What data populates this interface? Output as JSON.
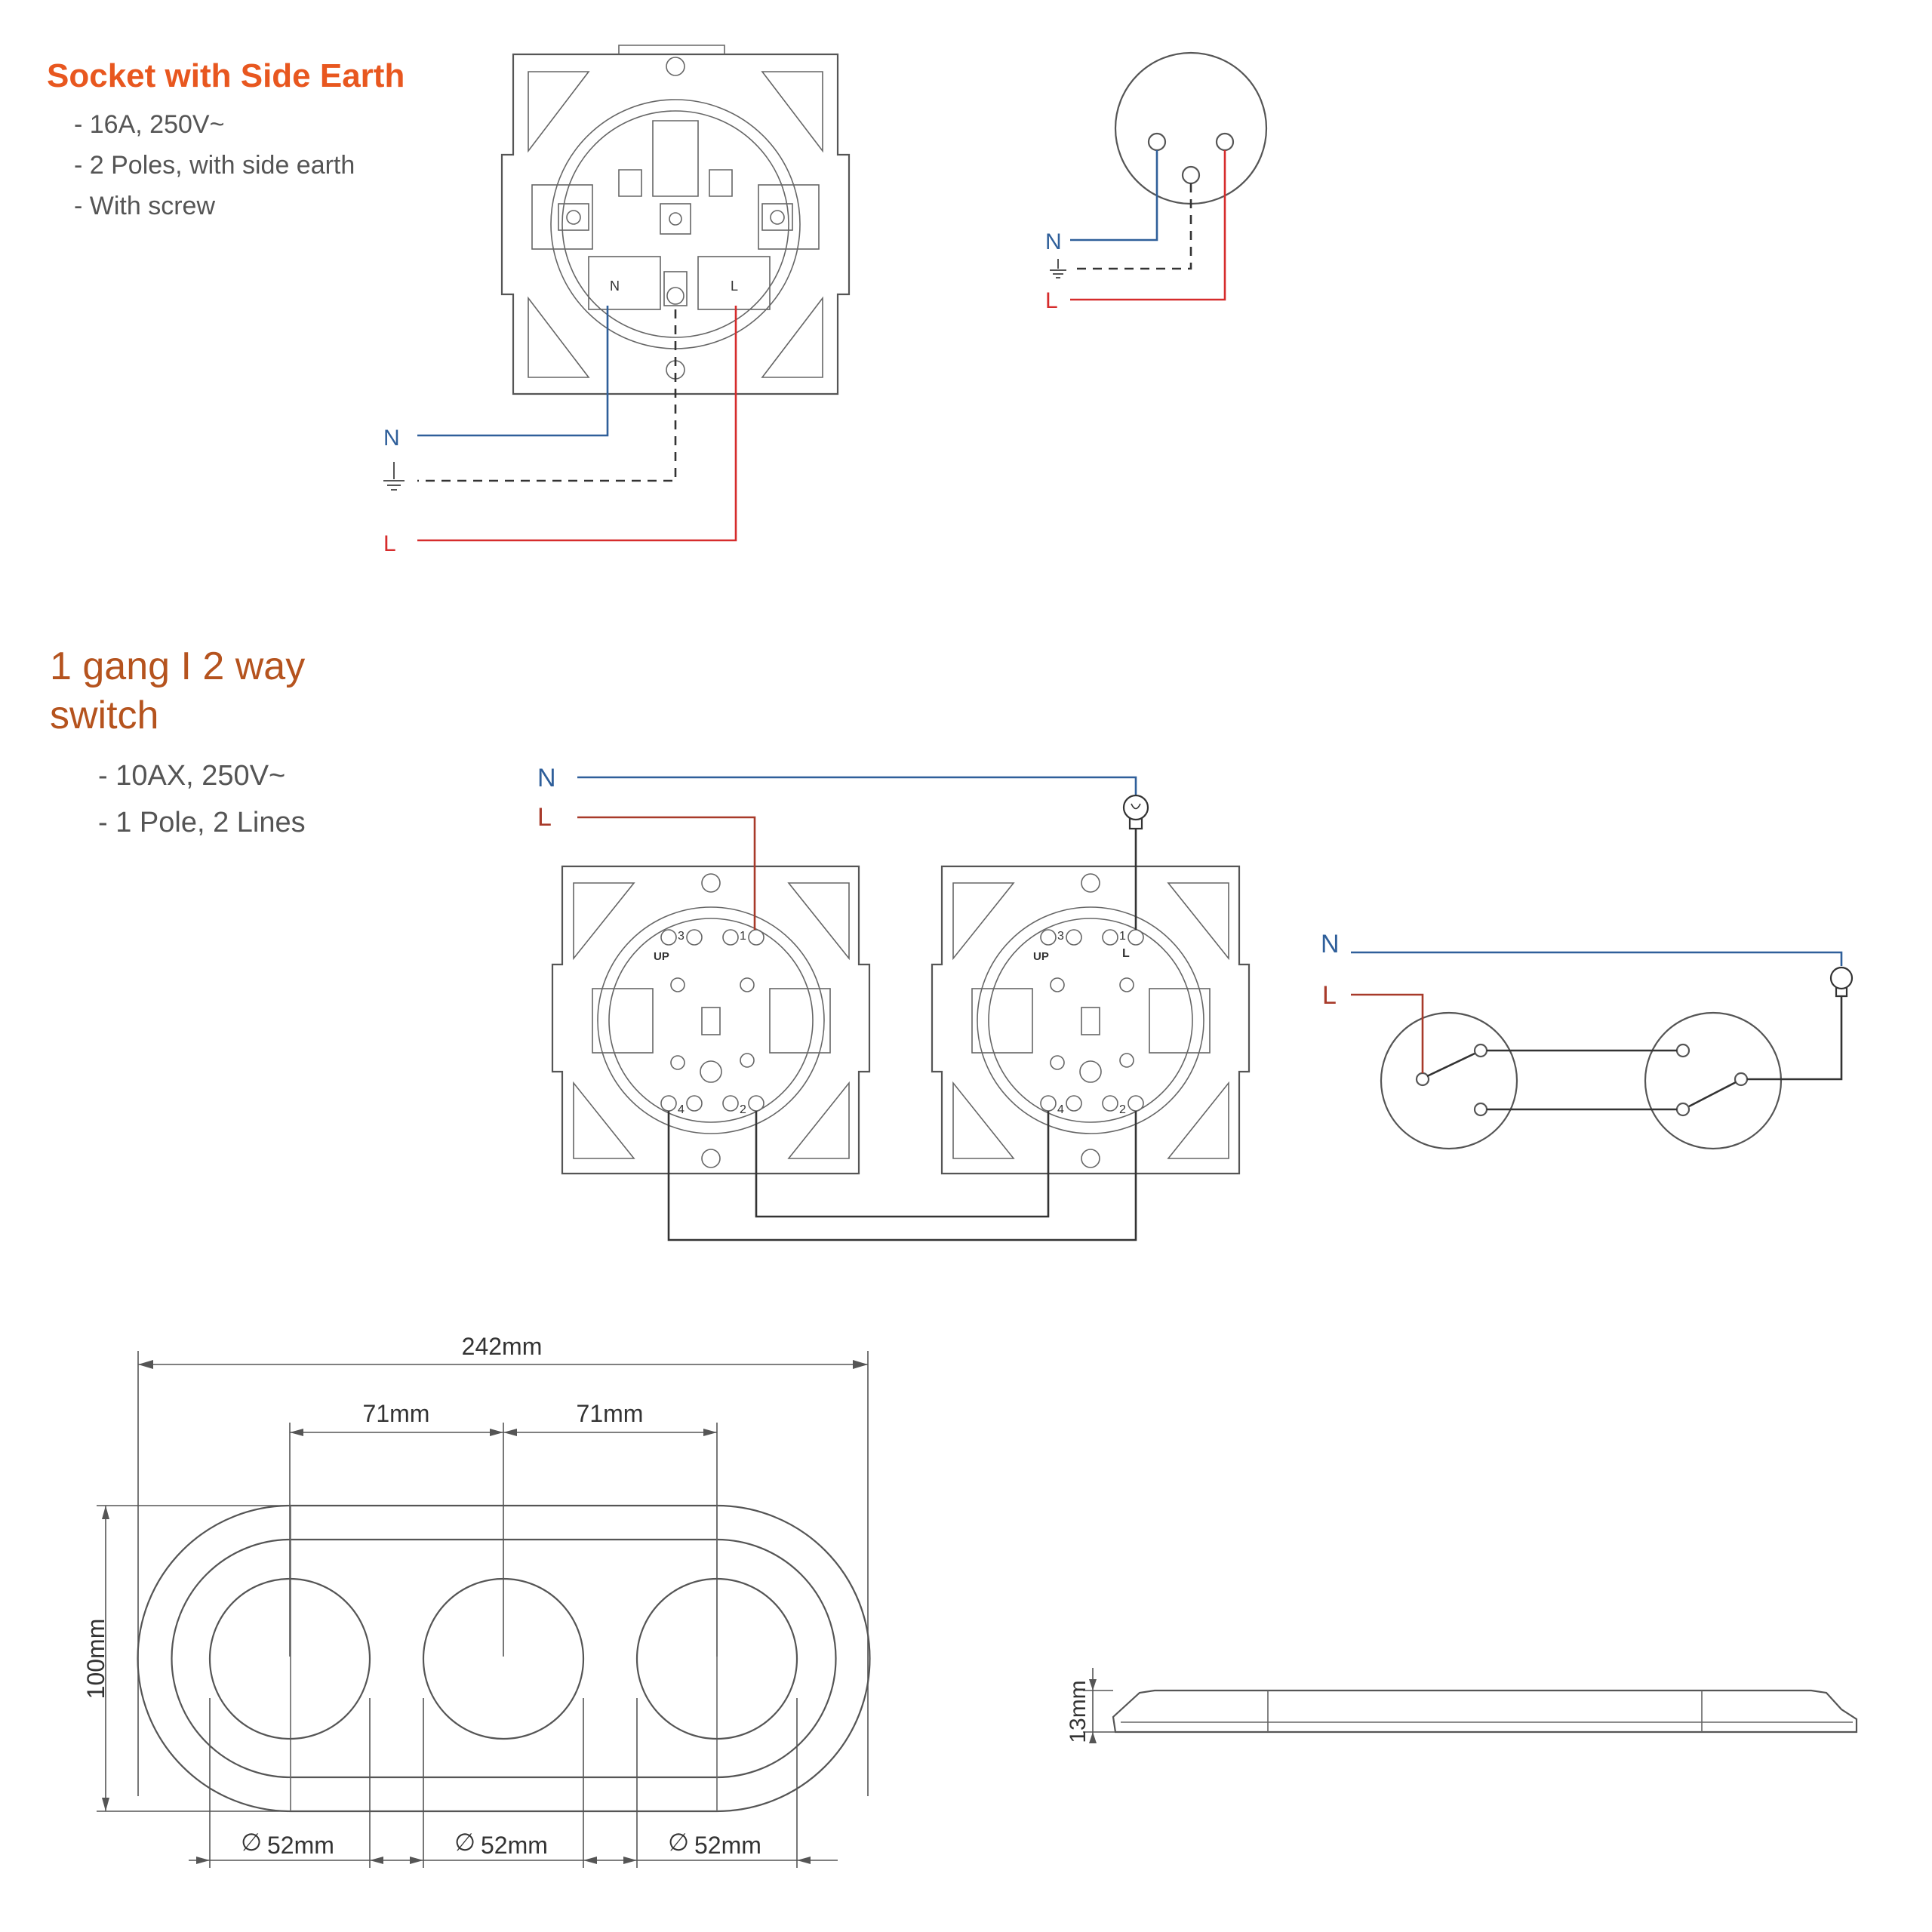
{
  "socket": {
    "title": "Socket with Side Earth",
    "specs": [
      "- 16A, 250V~",
      "- 2 Poles, with side earth",
      "- With screw"
    ],
    "terminal_labels": {
      "n": "N",
      "l": "L"
    },
    "wire_labels": {
      "n": "N",
      "l": "L"
    }
  },
  "socket_schematic": {
    "wire_labels": {
      "n": "N",
      "l": "L"
    }
  },
  "switch": {
    "title_line1": "1 gang I 2 way",
    "title_line2": "switch",
    "specs": [
      "- 10AX, 250V~",
      "- 1 Pole, 2 Lines"
    ],
    "wire_labels": {
      "n": "N",
      "l": "L"
    },
    "terminal_numbers": [
      "3",
      "1",
      "4",
      "2"
    ],
    "up_label": "UP",
    "terminal_l": "L"
  },
  "switch_schematic": {
    "wire_labels": {
      "n": "N",
      "l": "L"
    }
  },
  "frame_front": {
    "overall_width": "242mm",
    "spacing_1": "71mm",
    "spacing_2": "71mm",
    "height": "100mm",
    "diameter_1": "52mm",
    "diameter_2": "52mm",
    "diameter_3": "52mm",
    "diameter_symbol": "∅"
  },
  "frame_side": {
    "depth": "13mm"
  },
  "colors": {
    "title_orange": "#e8571f",
    "title_brown": "#b5531e",
    "neutral_blue": "#2f5f9a",
    "live_red": "#d62c2c",
    "earth_dark": "#333333"
  }
}
